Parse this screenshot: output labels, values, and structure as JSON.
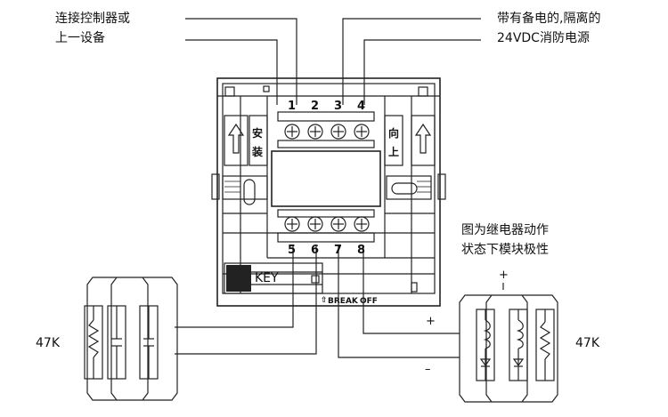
{
  "labels": {
    "left_line1": "连接控制器或",
    "left_line2": "上一设备",
    "right_line1": "带有备电的,隔离的",
    "right_line2": "24VDC消防电源",
    "relay_line1": "图为继电器动作",
    "relay_line2": "状态下模块极性",
    "resistor_left": "47K",
    "resistor_right": "47K"
  },
  "terminals_top": [
    "1",
    "2",
    "3",
    "4"
  ],
  "terminals_bottom": [
    "5",
    "6",
    "7",
    "8"
  ],
  "module": {
    "install_chars": [
      "安",
      "装"
    ],
    "up_chars": [
      "向",
      "上"
    ],
    "key_label": "KEY",
    "break_label": "BREAK",
    "off_label": "OFF"
  },
  "polarity": {
    "plus_top": "+",
    "plus_mid": "+",
    "minus": "–"
  }
}
